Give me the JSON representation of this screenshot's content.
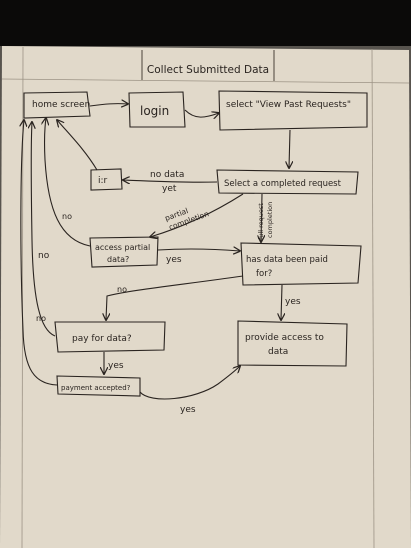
{
  "title": "Collect Submitted Data",
  "nodes": {
    "home_screen": "home screen",
    "login": "login",
    "select_view_past": "select \"View Past Requests\"",
    "select_completed": "Select a completed request",
    "start": "i:r",
    "access_partial_line1": "access partial",
    "access_partial_line2": "data?",
    "has_paid_line1": "has data been paid",
    "has_paid_line2": "for?",
    "pay_for_data": "pay for data?",
    "provide_access_line1": "provide access to",
    "provide_access_line2": "data",
    "payment_accepted": "payment accepted?"
  },
  "edge_labels": {
    "no_data_line1": "no data",
    "no_data_line2": "yet",
    "partial_line1": "partial",
    "partial_line2": "completion",
    "full_line1": "full request",
    "full_line2": "completion",
    "no_access_partial": "no",
    "yes_access_partial": "yes",
    "no_left": "no",
    "no_paid": "no",
    "no_pay": "no",
    "yes_paid": "yes",
    "yes_pay": "yes",
    "yes_payment": "yes"
  }
}
